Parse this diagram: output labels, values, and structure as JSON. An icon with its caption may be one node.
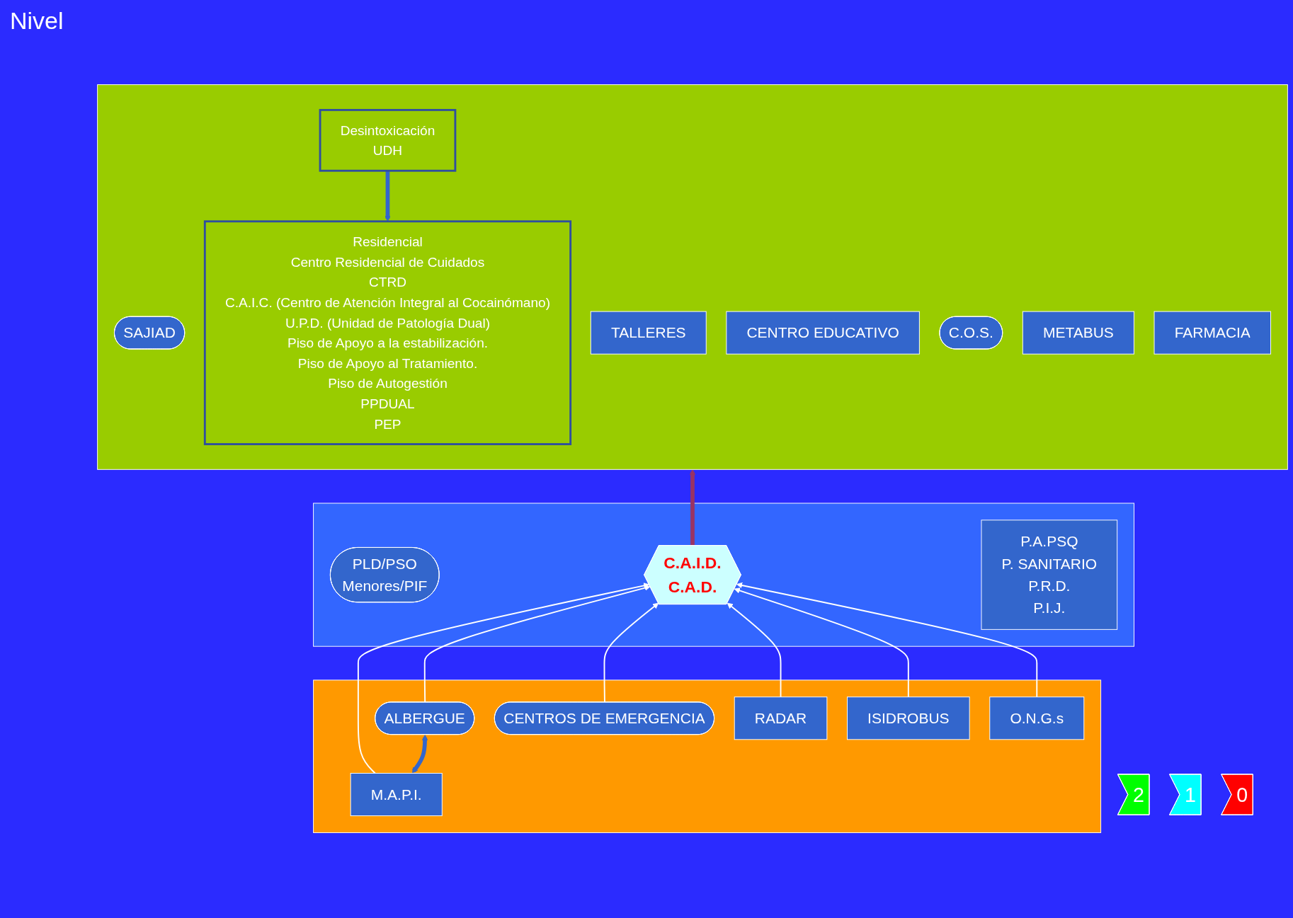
{
  "diagram": {
    "nodes": [
      {
        "text": [
          "2"
        ]
      },
      {
        "text": [],
        "shape": "band"
      },
      {
        "text": [
          "SAJIAD"
        ],
        "in": 1
      },
      {
        "text": [
          "Desintoxicación",
          "UDH"
        ],
        "in": 1
      },
      {
        "text": [
          "Residencial",
          "Centro Residencial de Cuidados",
          "CTRD",
          "C.A.I.C. (Centro de Atención Integral al Cocainómano)",
          "U.P.D. (Unidad de Patología Dual)",
          "Piso de Apoyo a la estabilización.",
          "Piso de Apoyo al Tratamiento.",
          "Piso de Autogestión",
          "PPDUAL",
          "PEP"
        ],
        "in": 1
      },
      {
        "text": [
          "TALLERES"
        ],
        "in": 1
      },
      {
        "text": [
          "CENTRO EDUCATIVO"
        ],
        "in": 1
      },
      {
        "text": [
          "C.O.S."
        ],
        "in": 1
      },
      {
        "text": [
          "METABUS"
        ],
        "in": 1
      },
      {
        "text": [
          "FARMACIA"
        ],
        "in": 1
      },
      {
        "text": [
          "1"
        ]
      },
      {
        "text": [],
        "shape": "band"
      },
      {
        "text": [
          "PLD/PSO",
          "Menores/PIF"
        ],
        "in": 11
      },
      {
        "text": [
          "C.A.I.D.",
          "C.A.D."
        ],
        "in": 11
      },
      {
        "text": [
          "P.A.PSQ",
          "P. SANITARIO",
          "P.R.D.",
          "P.I.J."
        ],
        "in": 11
      },
      {
        "text": [
          "0"
        ]
      },
      {
        "text": [],
        "shape": "band"
      },
      {
        "text": [
          "M.A.P.I."
        ],
        "in": 16
      },
      {
        "text": [
          "ALBERGUE"
        ],
        "in": 16
      },
      {
        "text": [
          "CENTROS DE EMERGENCIA"
        ],
        "in": 16
      },
      {
        "text": [
          "ISIDROBUS"
        ],
        "in": 16
      },
      {
        "text": [
          "RADAR"
        ],
        "in": 16
      },
      {
        "text": [
          "O.N.G.s"
        ],
        "in": 16
      }
    ],
    "edges": [
      {
        "from": 3,
        "to": 4,
        "arrow": "to",
        "style": "thick",
        "color": "#3366cc"
      },
      {
        "from": 13,
        "to": 1,
        "arrow": "to",
        "style": "thick",
        "color": "#993366"
      },
      {
        "from": 17,
        "to": 18,
        "arrow": "both",
        "style": "thick",
        "color": "#3366cc"
      },
      {
        "from": 17,
        "to": 13,
        "arrow": "to"
      },
      {
        "from": 18,
        "to": 13,
        "arrow": "to"
      },
      {
        "from": 19,
        "to": 13,
        "arrow": "to"
      },
      {
        "from": 21,
        "to": 13,
        "arrow": "to"
      },
      {
        "from": 20,
        "to": 13,
        "arrow": "to"
      },
      {
        "from": 22,
        "to": 13,
        "arrow": "to"
      }
    ],
    "labels": [
      "Nivel"
    ]
  }
}
